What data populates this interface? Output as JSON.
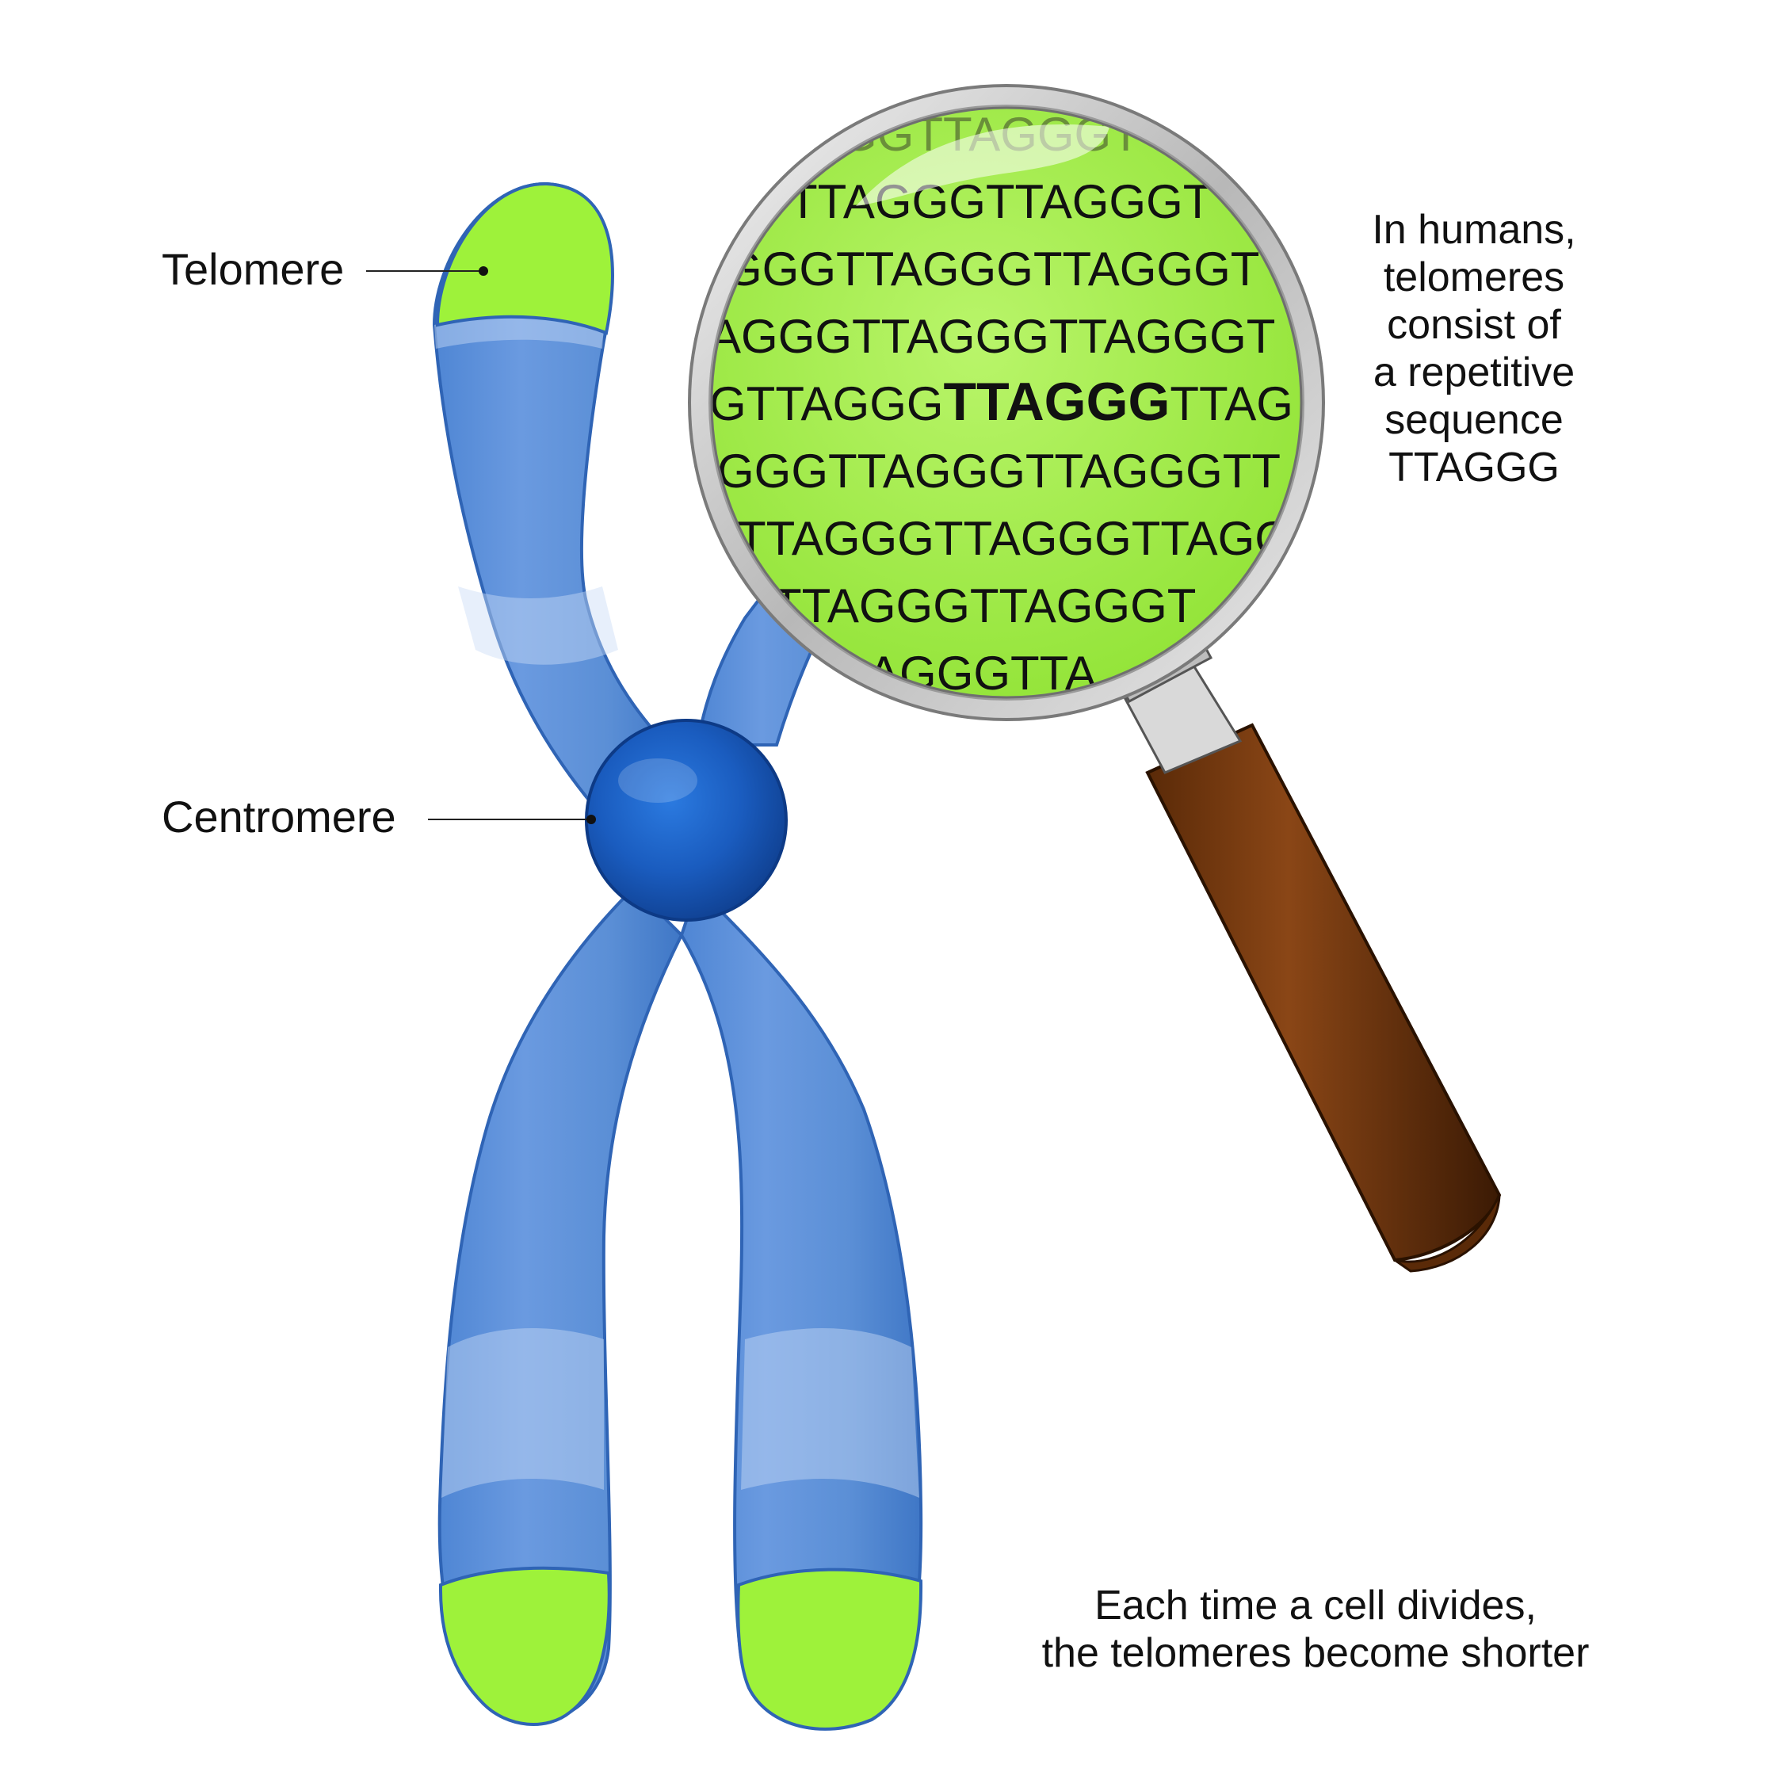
{
  "labels": {
    "telomere": "Telomere",
    "centromere": "Centromere"
  },
  "magnifier": {
    "rows": [
      "GGTTAGGGT",
      "TTAGGGTTAGGGT",
      "GGGTTAGGGTTAGGGT",
      "AGGGTTAGGGTTAGGGT",
      "GGGTTAGGGTTAGGGTT",
      "TTAGGGTTAGGGTTAGG",
      "TTAGGGTTAGGGT",
      "AGGGTTA"
    ],
    "highlight_row": {
      "before": "GTTAGGG",
      "bold": "TTAGGG",
      "after": "TTAG"
    }
  },
  "note_top": {
    "lines": [
      "In humans,",
      "telomeres",
      "consist of",
      "a repetitive",
      "sequence",
      "TTAGGG"
    ]
  },
  "note_bottom": {
    "lines": [
      "Each time a cell divides,",
      "the telomeres become shorter"
    ]
  },
  "colors": {
    "chromatid_blue": "#5b8fd6",
    "chromatid_light": "#8fb3e6",
    "telomere_green": "#9ef23a",
    "centromere_blue": "#1d5fc8",
    "lens_green": "#a7ef52",
    "handle_brown": "#7a3a10"
  }
}
